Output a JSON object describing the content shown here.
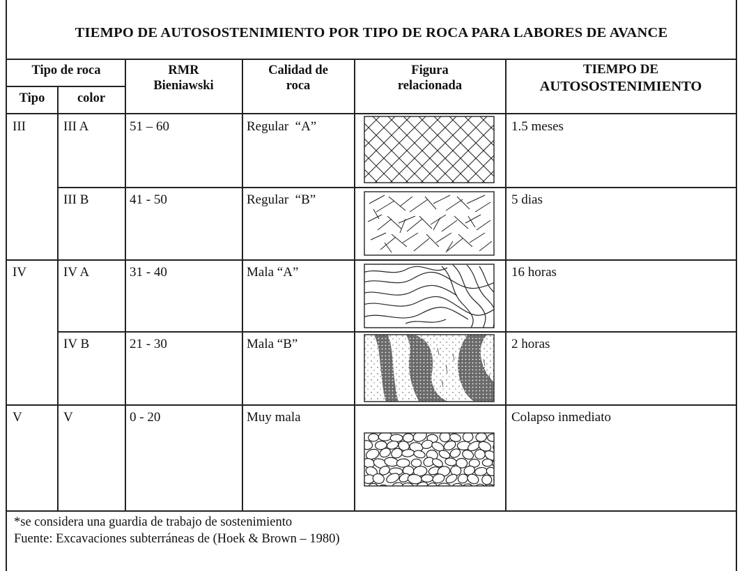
{
  "title": "TIEMPO DE AUTOSOSTENIMIENTO POR TIPO DE ROCA PARA LABORES DE AVANCE",
  "headers": {
    "tipo_de_roca": "Tipo de roca",
    "tipo": "Tipo",
    "color": "color",
    "rmr_line1": "RMR",
    "rmr_line2": "Bieniawski",
    "calidad_line1": "Calidad de",
    "calidad_line2": "roca",
    "figura_line1": "Figura",
    "figura_line2": "relacionada",
    "tiempo_line1": "TIEMPO DE",
    "tiempo_line2": "AUTOSOSTENIMIENTO"
  },
  "rows": [
    {
      "tipo": "III",
      "color": "III A",
      "rmr": "51 – 60",
      "calidad": "Regular  “A”",
      "figura": "crosshatch-pattern",
      "tiempo": "1.5 meses"
    },
    {
      "tipo": "",
      "color": "III B",
      "rmr": "41 - 50",
      "calidad": "Regular  “B”",
      "figura": "scattered-lines-pattern",
      "tiempo": "5 dias"
    },
    {
      "tipo": "IV",
      "color": "IV A",
      "rmr": "31 - 40",
      "calidad": "Mala “A”",
      "figura": "wavy-lines-pattern",
      "tiempo": "16 horas"
    },
    {
      "tipo": "",
      "color": "IV B",
      "rmr": "21 - 30",
      "calidad": "Mala “B”",
      "figura": "stippled-bands-pattern",
      "tiempo": "2 horas"
    },
    {
      "tipo": "V",
      "color": "V",
      "rmr": "0 - 20",
      "calidad": "Muy mala",
      "figura": "pebbles-pattern",
      "tiempo": "Colapso inmediato"
    }
  ],
  "footnote": "*se considera una guardia de trabajo de sostenimiento",
  "source": "Fuente: Excavaciones subterráneas de (Hoek & Brown – 1980)"
}
